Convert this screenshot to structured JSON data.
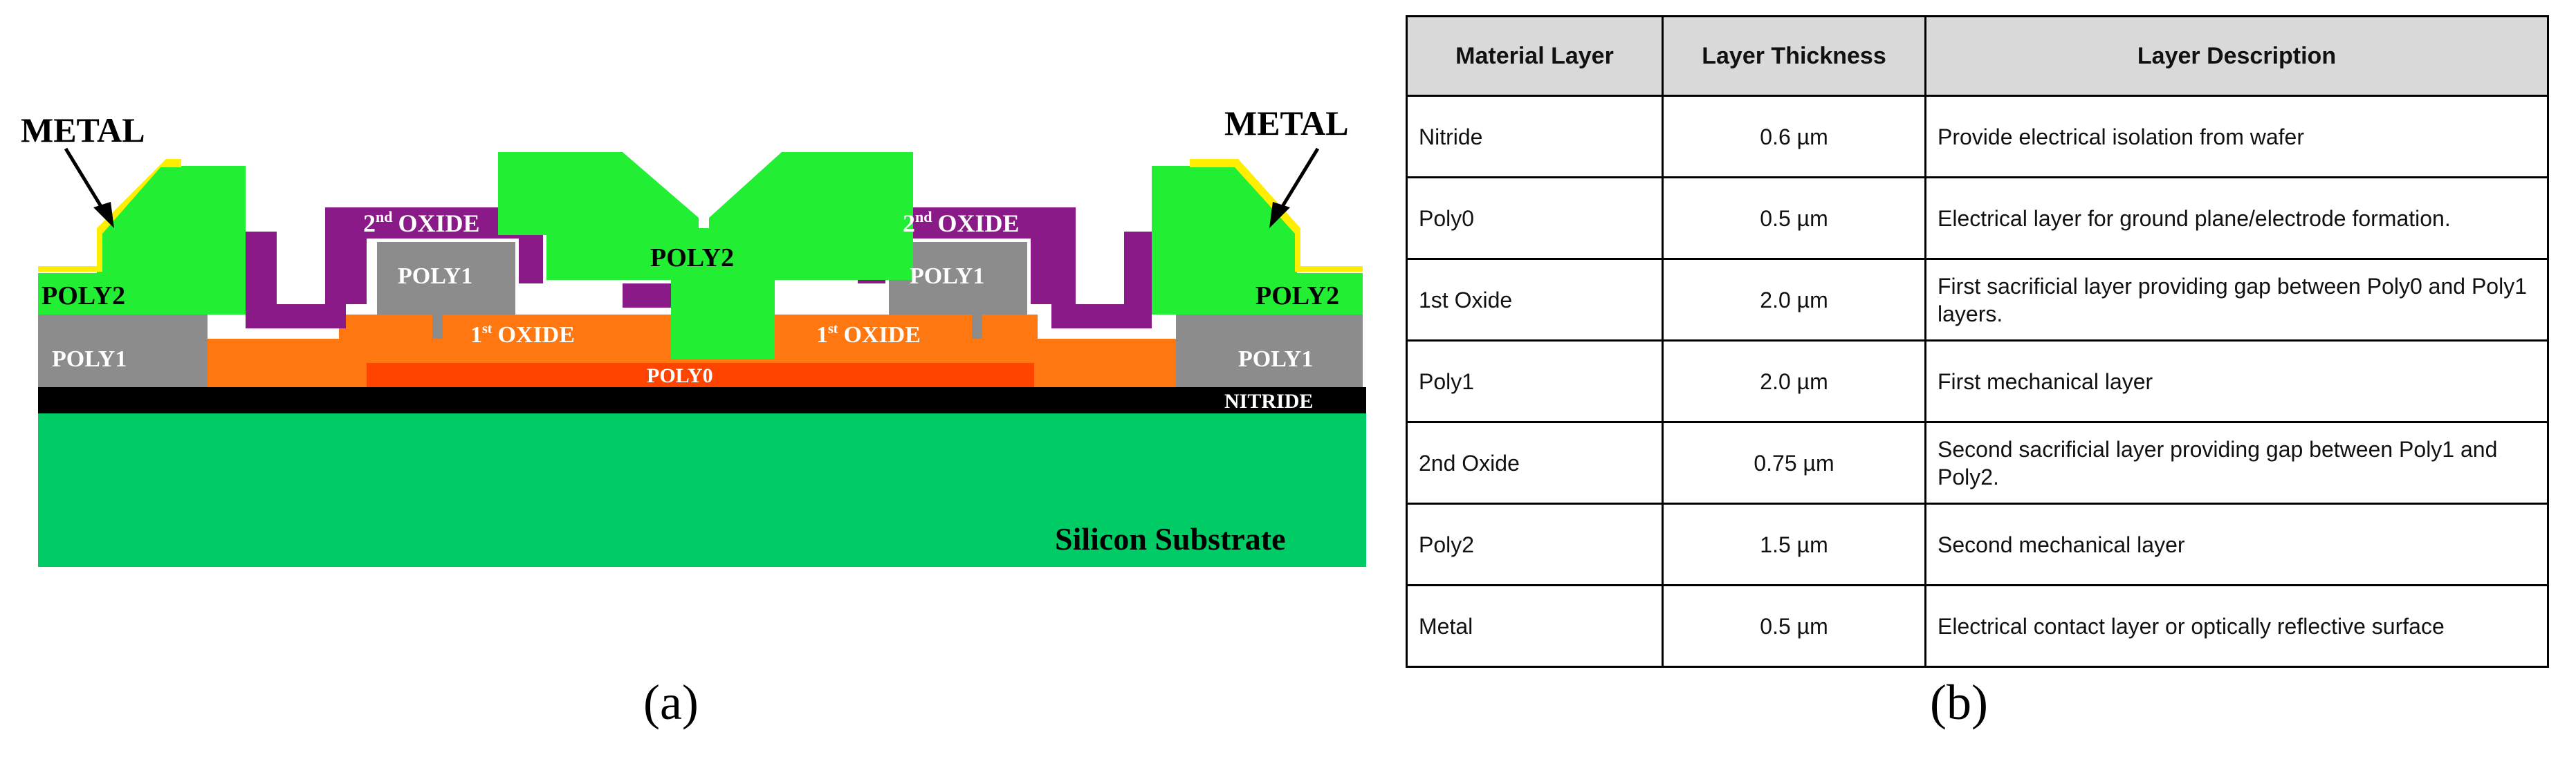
{
  "diagram": {
    "labels": {
      "metal_left": "METAL",
      "metal_right": "METAL",
      "poly2_left": "POLY2",
      "poly2_right": "POLY2",
      "poly2_center": "POLY2",
      "poly1_left": "POLY1",
      "poly1_right": "POLY1",
      "poly1_inner_left": "POLY1",
      "poly1_inner_right": "POLY1",
      "oxide2_left": "OXIDE",
      "oxide2_right": "OXIDE",
      "oxide2_num_left": "2",
      "oxide2_num_right": "2",
      "oxide2_sup_left": "nd",
      "oxide2_sup_right": "nd",
      "oxide1_left": "OXIDE",
      "oxide1_right": "OXIDE",
      "oxide1_num_left": "1",
      "oxide1_num_right": "1",
      "oxide1_sup_left": "st",
      "oxide1_sup_right": "st",
      "poly0": "POLY0",
      "nitride": "NITRIDE",
      "substrate": "Silicon Substrate"
    },
    "colors": {
      "substrate": "#00cc66",
      "nitride": "#000000",
      "poly0": "#ff4400",
      "oxide1": "#ff7711",
      "poly1": "#8c8c8c",
      "oxide2": "#8b1a89",
      "poly2": "#22ee33",
      "metal": "#ffee00"
    },
    "caption": "(a)"
  },
  "table": {
    "caption": "(b)",
    "headers": [
      "Material Layer",
      "Layer Thickness",
      "Layer Description"
    ],
    "rows": [
      {
        "material": "Nitride",
        "thickness": "0.6 µm",
        "description": "Provide electrical isolation from wafer"
      },
      {
        "material": "Poly0",
        "thickness": "0.5 µm",
        "description": "Electrical layer for ground plane/electrode formation."
      },
      {
        "material": "1st Oxide",
        "thickness": "2.0 µm",
        "description": "First sacrificial layer providing gap between Poly0 and Poly1 layers."
      },
      {
        "material": "Poly1",
        "thickness": "2.0 µm",
        "description": "First mechanical layer"
      },
      {
        "material": "2nd Oxide",
        "thickness": "0.75 µm",
        "description": "Second sacrificial layer providing gap between Poly1 and Poly2."
      },
      {
        "material": "Poly2",
        "thickness": "1.5 µm",
        "description": "Second mechanical layer"
      },
      {
        "material": "Metal",
        "thickness": "0.5 µm",
        "description": "Electrical contact layer or optically reflective surface"
      }
    ]
  }
}
